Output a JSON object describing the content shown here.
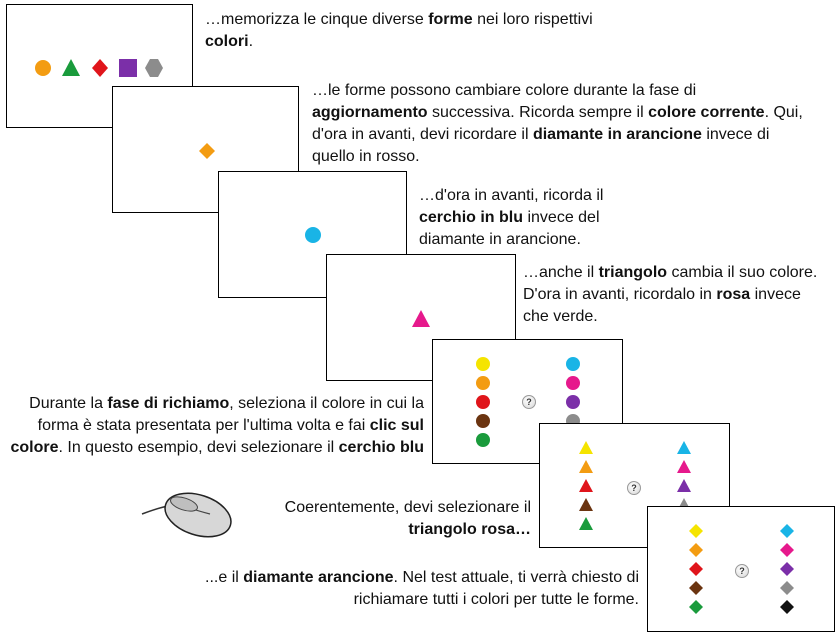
{
  "captions": {
    "c1": {
      "t1": "…memorizza le cinque diverse ",
      "b1": "forme",
      "t2": " nei loro rispettivi ",
      "b2": "colori",
      "t3": "."
    },
    "c2": {
      "t1": "…le forme possono cambiare colore durante la fase di ",
      "b1": "aggiornamento",
      "t2": " successiva. Ricorda sempre il ",
      "b2": "colore corrente",
      "t3": ". Qui, d'ora in avanti, devi ricordare il ",
      "b3": "diamante in arancione",
      "t4": " invece di quello in rosso."
    },
    "c3": {
      "t1": "…d'ora in avanti, ricorda il ",
      "b1": "cerchio in blu",
      "t2": " invece del diamante in arancione."
    },
    "c4": {
      "t1": "…anche il ",
      "b1": "triangolo",
      "t2": " cambia il suo colore. D'ora in avanti, ricordalo in ",
      "b2": "rosa",
      "t3": " invece che verde."
    },
    "c5": {
      "t1": "Durante la ",
      "b1": "fase di richiamo",
      "t2": ", seleziona il colore in cui la forma è stata presentata per l'ultima volta e fai ",
      "b2": "clic sul colore",
      "t3": ". In questo esempio, devi selezionare il ",
      "b3": "cerchio blu"
    },
    "c6": {
      "t1": "Coerentemente, devi selezionare il ",
      "b1": "triangolo rosa…"
    },
    "c7": {
      "t1": "...e il ",
      "b1": "diamante arancione",
      "t2": ". Nel test attuale, ti verrà chiesto di richiamare tutti i colori per tutte le forme."
    }
  },
  "question_mark": "?",
  "colors": {
    "orange": "#f39c12",
    "green": "#1a9b3c",
    "red": "#e0151b",
    "purple": "#7b2fa8",
    "gray": "#8c8c8c",
    "yellow": "#f5e400",
    "brown": "#6b3410",
    "cyan": "#19b4e6",
    "magenta": "#e6198c",
    "black": "#111111"
  },
  "study_panel_shapes": [
    "circle-orange",
    "triangle-green",
    "diamond-red",
    "square-purple",
    "hexagon-gray"
  ],
  "update_panels": [
    "diamond-orange",
    "circle-cyan",
    "triangle-magenta"
  ],
  "recall_panels": [
    {
      "shape": "circle",
      "left": [
        "yellow",
        "orange",
        "red",
        "brown",
        "green"
      ],
      "right": [
        "cyan",
        "magenta",
        "purple",
        "gray"
      ]
    },
    {
      "shape": "triangle",
      "left": [
        "yellow",
        "orange",
        "red",
        "brown",
        "green"
      ],
      "right": [
        "cyan",
        "magenta",
        "purple",
        "gray"
      ]
    },
    {
      "shape": "diamond",
      "left": [
        "yellow",
        "orange",
        "red",
        "brown",
        "green"
      ],
      "right": [
        "cyan",
        "magenta",
        "purple",
        "gray",
        "black"
      ]
    }
  ]
}
